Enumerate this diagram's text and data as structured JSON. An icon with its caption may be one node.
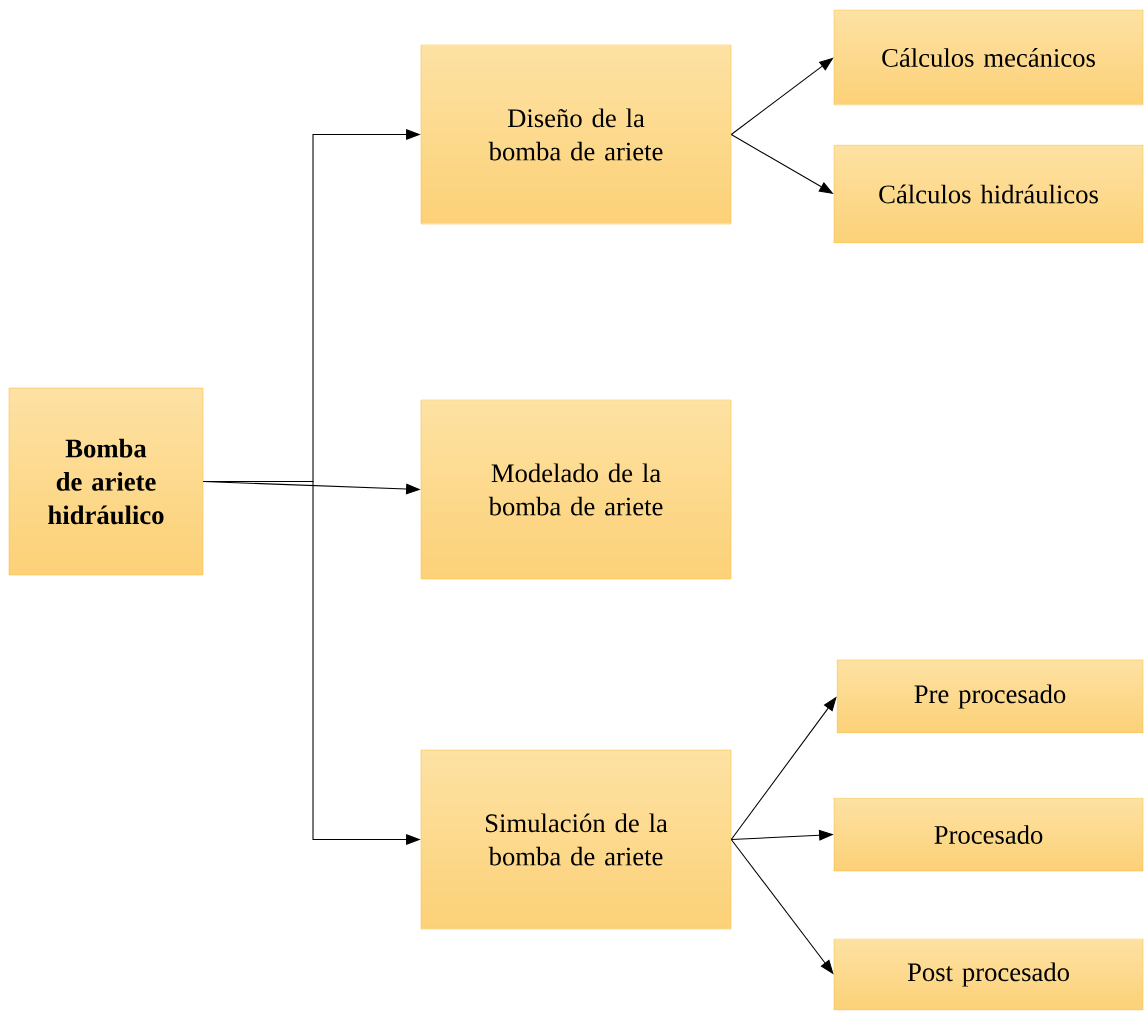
{
  "diagram": {
    "nodes": [
      {
        "text": [
          "**Bomba de ariete hidráulico**"
        ]
      },
      {
        "text": [
          "Diseño de la bomba de ariete"
        ]
      },
      {
        "text": [
          "Cálculos mecánicos"
        ]
      },
      {
        "text": [
          "Cálculos hidráulicos"
        ]
      },
      {
        "text": [
          "Modelado de la bomba de ariete"
        ]
      },
      {
        "text": [
          "Simulación de la bomba de ariete"
        ]
      },
      {
        "text": [
          "Pre procesado"
        ]
      },
      {
        "text": [
          "Procesado"
        ]
      },
      {
        "text": [
          "Post procesado"
        ]
      }
    ],
    "edges": [
      {
        "from": 0,
        "to": 1,
        "arrow": "to"
      },
      {
        "from": 0,
        "to": 4,
        "arrow": "to"
      },
      {
        "from": 0,
        "to": 5,
        "arrow": "to"
      },
      {
        "from": 1,
        "to": 2,
        "arrow": "to"
      },
      {
        "from": 1,
        "to": 3,
        "arrow": "to"
      },
      {
        "from": 5,
        "to": 6,
        "arrow": "to"
      },
      {
        "from": 5,
        "to": 7,
        "arrow": "to"
      },
      {
        "from": 5,
        "to": 8,
        "arrow": "to"
      }
    ]
  }
}
